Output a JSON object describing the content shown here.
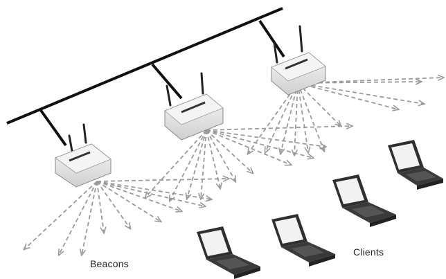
{
  "labels": {
    "beacons": "Beacons",
    "clients": "Clients"
  },
  "colors": {
    "background": "#ffffff",
    "backbone": "#111111",
    "ap_body": "#e9e9e9",
    "beacon_arrow": "#9a9a9a",
    "laptop_body": "#333333",
    "laptop_screen": "#f2f2f2"
  },
  "icons": {
    "access_point": "wireless-access-point-icon",
    "client": "laptop-icon",
    "beacon": "dashed-arrow-icon"
  },
  "counts": {
    "access_points": 3,
    "clients": 4
  }
}
